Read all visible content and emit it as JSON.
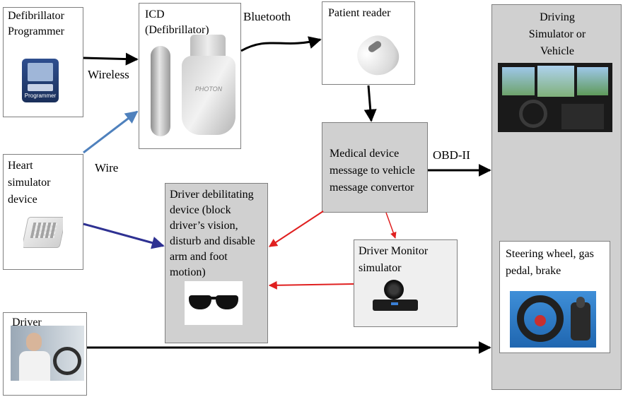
{
  "nodes": {
    "defib_programmer": {
      "label_line1": "Defibrillator",
      "label_line2": "Programmer",
      "icon_text": "Programmer"
    },
    "icd": {
      "label_line1": "ICD",
      "label_line2": "(Defibrillator)",
      "device_text": "PHOTON"
    },
    "patient_reader": {
      "label": "Patient reader"
    },
    "driving_simulator": {
      "label_line1": "Driving",
      "label_line2": "Simulator or",
      "label_line3": "Vehicle"
    },
    "steering": {
      "label_line1": "Steering wheel, gas",
      "label_line2": "pedal, brake"
    },
    "convertor": {
      "label_line1": "Medical device",
      "label_line2": "message to vehicle",
      "label_line3": "message convertor"
    },
    "heart_simulator": {
      "label_line1": "Heart",
      "label_line2": "simulator",
      "label_line3": "device"
    },
    "debilitating": {
      "label_line1": "Driver debilitating",
      "label_line2": "device (block",
      "label_line3": "driver’s vision,",
      "label_line4": "disturb and disable",
      "label_line5": "arm and foot",
      "label_line6": "motion)"
    },
    "driver_monitor": {
      "label_line1": "Driver Monitor",
      "label_line2": "simulator"
    },
    "driver": {
      "label": "Driver"
    }
  },
  "edges": {
    "wireless": "Wireless",
    "bluetooth": "Bluetooth",
    "wire": "Wire",
    "obd": "OBD-II"
  },
  "colors": {
    "black_arrow": "#000000",
    "blue_light": "#4f81bd",
    "blue_dark": "#2e3192",
    "red": "#e02020",
    "box_grey": "#d0d0d0",
    "box_border": "#7f7f7f"
  }
}
